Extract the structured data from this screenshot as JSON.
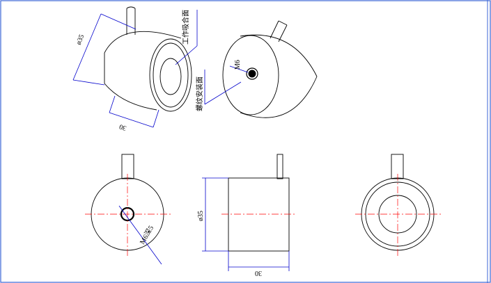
{
  "labels": {
    "working_face": "工作吸合面",
    "thread_face": "螺纹安装面",
    "thread_spec": "M6",
    "thread_depth": "M6深5",
    "diameter_iso": "ø35",
    "length_iso": "30",
    "diameter_front": "ø35",
    "length_front": "30"
  },
  "colors": {
    "line": "#000000",
    "dimension": "#0000cc",
    "centerline": "#ff0000",
    "border": "#3b66d6"
  }
}
